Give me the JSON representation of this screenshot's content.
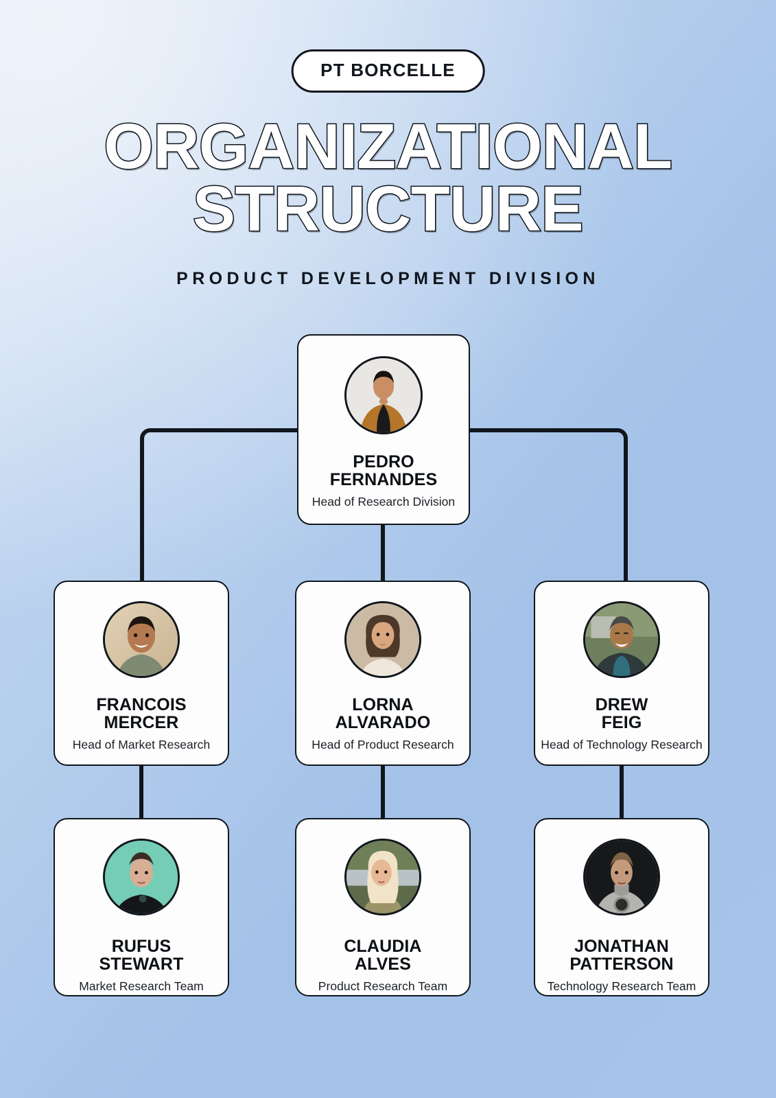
{
  "brand": {
    "label": "PT BORCELLE"
  },
  "header": {
    "title_line1": "ORGANIZATIONAL",
    "title_line2": "STRUCTURE",
    "subtitle": "PRODUCT DEVELOPMENT DIVISION"
  },
  "colors": {
    "background_light": "#e8eff8",
    "background_blue": "#a9c6ea",
    "card_background": "#fdfdfd",
    "outline": "#11161d",
    "text": "#0c1014"
  },
  "chart_data": {
    "type": "diagram",
    "subtype": "org-chart",
    "title": "ORGANIZATIONAL STRUCTURE",
    "subtitle": "PRODUCT DEVELOPMENT DIVISION",
    "levels": 3,
    "nodes": [
      {
        "id": "root",
        "name": "PEDRO\nFERNANDES",
        "role": "Head of Research Division",
        "level": 1,
        "parent": null
      },
      {
        "id": "mercer",
        "name": "FRANCOIS\nMERCER",
        "role": "Head of Market Research",
        "level": 2,
        "parent": "root"
      },
      {
        "id": "alvarado",
        "name": "LORNA\nALVARADO",
        "role": "Head of Product Research",
        "level": 2,
        "parent": "root"
      },
      {
        "id": "feig",
        "name": "DREW\nFEIG",
        "role": "Head of Technology Research",
        "level": 2,
        "parent": "root"
      },
      {
        "id": "stewart",
        "name": "RUFUS\nSTEWART",
        "role": "Market Research Team",
        "level": 3,
        "parent": "mercer"
      },
      {
        "id": "alves",
        "name": "CLAUDIA\nALVES",
        "role": "Product Research Team",
        "level": 3,
        "parent": "alvarado"
      },
      {
        "id": "patterson",
        "name": "JONATHAN\nPATTERSON",
        "role": "Technology Research Team",
        "level": 3,
        "parent": "feig"
      }
    ],
    "edges": [
      {
        "from": "root",
        "to": "mercer"
      },
      {
        "from": "root",
        "to": "alvarado"
      },
      {
        "from": "root",
        "to": "feig"
      },
      {
        "from": "mercer",
        "to": "stewart"
      },
      {
        "from": "alvarado",
        "to": "alves"
      },
      {
        "from": "feig",
        "to": "patterson"
      }
    ]
  },
  "people": {
    "root": {
      "name": "PEDRO\nFERNANDES",
      "role": "Head of Research Division",
      "photo": "portrait-man-mustard-cardigan"
    },
    "mercer": {
      "name": "FRANCOIS\nMERCER",
      "role": "Head of Market Research",
      "photo": "portrait-smiling-man-wood-background"
    },
    "alvarado": {
      "name": "LORNA\nALVARADO",
      "role": "Head of Product Research",
      "photo": "portrait-woman-beige-background"
    },
    "feig": {
      "name": "DREW\nFEIG",
      "role": "Head of Technology Research",
      "photo": "portrait-elderly-man-outdoors"
    },
    "stewart": {
      "name": "RUFUS\nSTEWART",
      "role": "Market Research Team",
      "photo": "portrait-young-man-mint-background"
    },
    "alves": {
      "name": "CLAUDIA\nALVES",
      "role": "Product Research Team",
      "photo": "portrait-blonde-woman-outdoors"
    },
    "patterson": {
      "name": "JONATHAN\nPATTERSON",
      "role": "Technology Research Team",
      "photo": "portrait-man-grey-hoodie-dark-background"
    }
  }
}
